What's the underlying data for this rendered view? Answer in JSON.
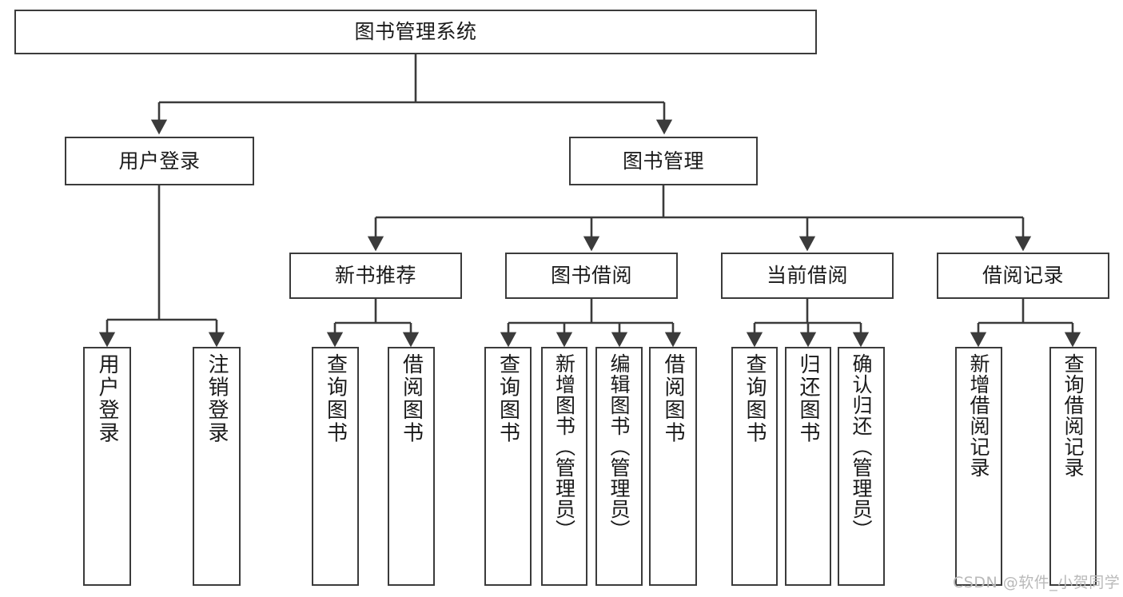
{
  "diagram": {
    "title": "图书管理系统",
    "root": {
      "label": "图书管理系统"
    },
    "level2": [
      {
        "label": "用户登录"
      },
      {
        "label": "图书管理"
      }
    ],
    "level3": [
      {
        "label": "新书推荐"
      },
      {
        "label": "图书借阅"
      },
      {
        "label": "当前借阅"
      },
      {
        "label": "借阅记录"
      }
    ],
    "leaves": {
      "user_login": [
        {
          "label": "用户登录"
        },
        {
          "label": "注销登录"
        }
      ],
      "new_book_recommend": [
        {
          "label": "查询图书"
        },
        {
          "label": "借阅图书"
        }
      ],
      "book_borrow": [
        {
          "label": "查询图书"
        },
        {
          "label": "新增图书（管理员）"
        },
        {
          "label": "编辑图书（管理员）"
        },
        {
          "label": "借阅图书"
        }
      ],
      "current_borrow": [
        {
          "label": "查询图书"
        },
        {
          "label": "归还图书"
        },
        {
          "label": "确认归还（管理员）"
        }
      ],
      "borrow_record": [
        {
          "label": "新增借阅记录"
        },
        {
          "label": "查询借阅记录"
        }
      ]
    }
  },
  "watermark": {
    "text": "CSDN @软件_小贺同学"
  },
  "colors": {
    "stroke": "#3b3b3b",
    "background": "#ffffff",
    "text": "#1a1a1a",
    "watermark": "#b9b9b9"
  }
}
